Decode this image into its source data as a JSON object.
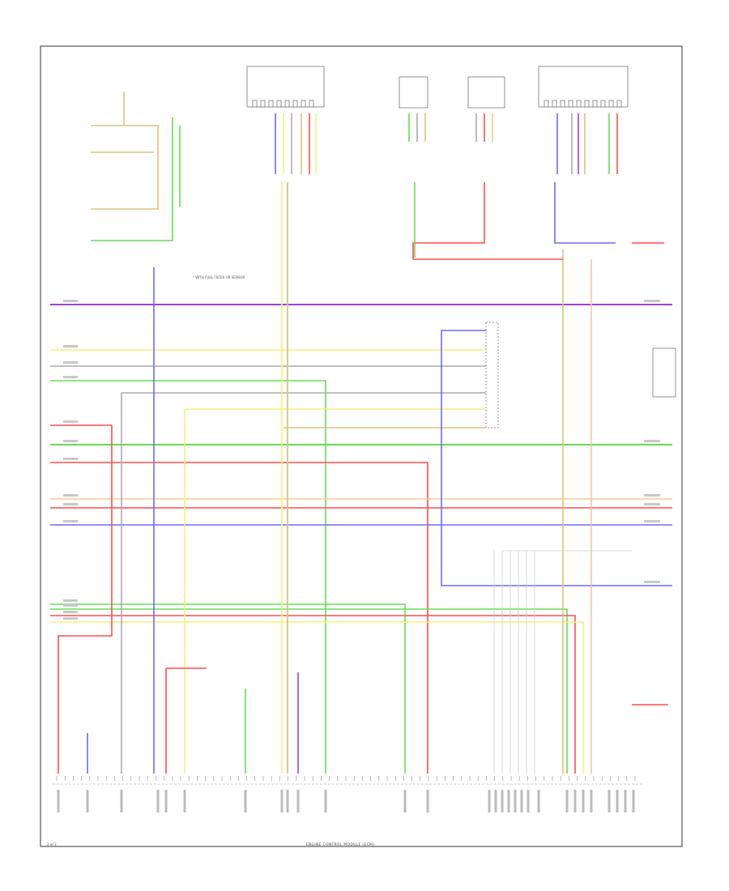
{
  "diagram": {
    "wire_colors": {
      "red": "#ff4d4d",
      "green": "#66dd55",
      "blue": "#6b6bff",
      "tan": "#d8c47a",
      "yellow": "#f2f27a",
      "purple": "#a13fd8",
      "gray": "#aaaaaa",
      "lightgray": "#cccccc",
      "pink": "#ffb0b0",
      "orange": "#f5c89a",
      "frame": "#555555"
    },
    "bottom_title": "ENGINE CONTROL MODULE (ECM)",
    "page_mark": "2 of 3",
    "note": "* WITH FUEL FILTER OR SENSOR"
  }
}
